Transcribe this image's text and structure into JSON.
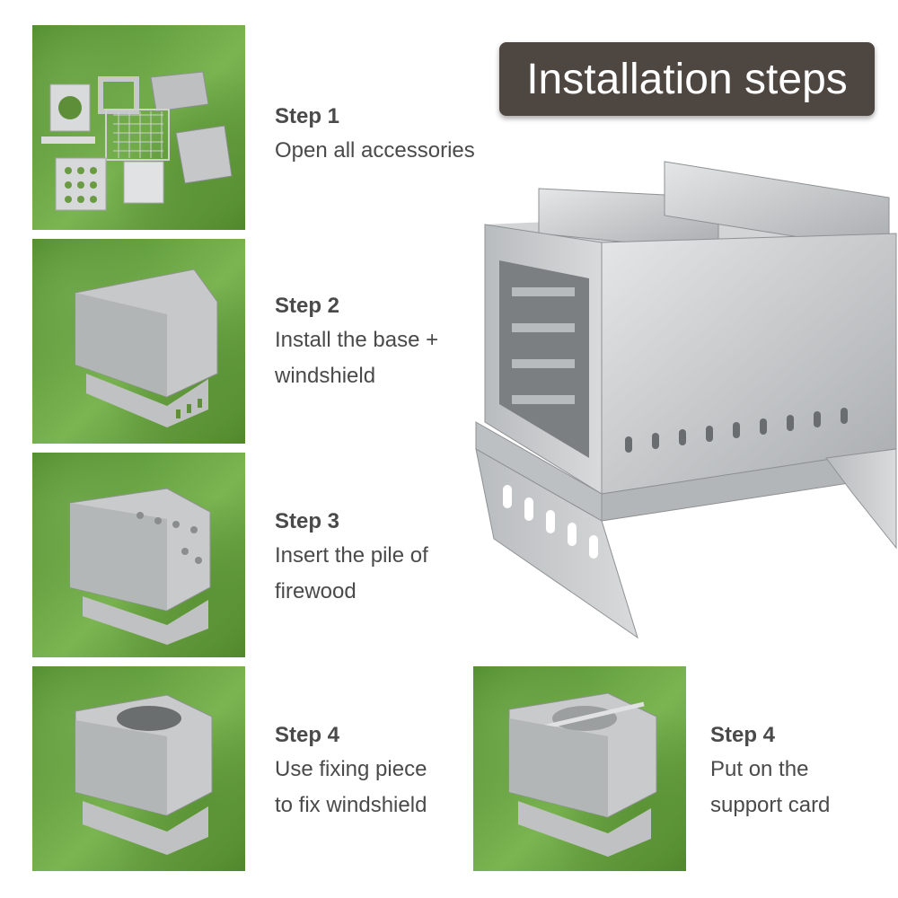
{
  "banner": {
    "title": "Installation steps"
  },
  "steps": [
    {
      "title": "Step 1",
      "text": "Open all accessories"
    },
    {
      "title": "Step 2",
      "text": "Install the base +\nwindshield"
    },
    {
      "title": "Step 3",
      "text": "Insert the pile of\nfirewood"
    },
    {
      "title": "Step 4",
      "text": "Use fixing piece\nto fix windshield"
    },
    {
      "title": "Step 4",
      "text": "Put on the\nsupport card"
    }
  ],
  "images": [
    {
      "name": "accessories-photo",
      "subject": "stove parts laid out on grass"
    },
    {
      "name": "base-windshield-photo",
      "subject": "stove base with windshield"
    },
    {
      "name": "firewood-photo",
      "subject": "stove with firewood pile insert"
    },
    {
      "name": "fixing-piece-photo",
      "subject": "stove with top fixing piece"
    },
    {
      "name": "support-card-photo",
      "subject": "stove with support card"
    },
    {
      "name": "stove-product-photo",
      "subject": "assembled stainless stove"
    }
  ],
  "colors": {
    "banner_bg": "#4e4640",
    "text": "#4a4a4a",
    "grass": "#6fa84a",
    "steel": "#c9cbcc"
  }
}
